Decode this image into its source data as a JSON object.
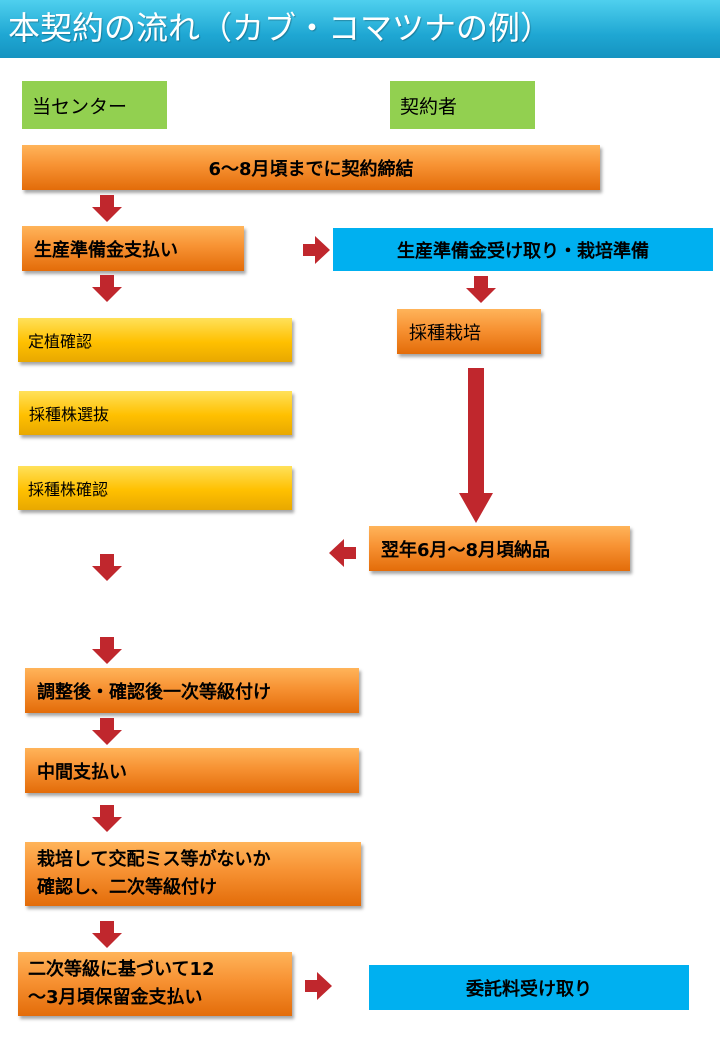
{
  "title": "本契約の流れ（カブ・コマツナの例）",
  "columns": {
    "left": "当センター",
    "right": "契約者"
  },
  "steps": {
    "contract": "6～8月頃までに契約締結",
    "payment_production": "生産準備金支払い",
    "receive_production": "生産準備金受け取り・栽培準備",
    "seed_cultivation": "採種栽培",
    "planting_check": "定植確認",
    "seed_selection": "採種株選抜",
    "seed_check": "採種株確認",
    "delivery": "翌年6月～8月頃納品",
    "first_grade": "調整後・確認後一次等級付け",
    "interim_payment": "中間支払い",
    "second_grade_line1": "栽培して交配ミス等がないか",
    "second_grade_line2": "確認し、二次等級付け",
    "retention_line1": "二次等級に基づいて12",
    "retention_line2": "～3月頃保留金支払い",
    "commission": "委託料受け取り"
  },
  "colors": {
    "header": "#1fa7d3",
    "column_label": "#92d050",
    "step_orange": "#f79233",
    "step_yellow": "#ffc000",
    "step_blue": "#00b0f0",
    "arrow": "#c0272d"
  }
}
